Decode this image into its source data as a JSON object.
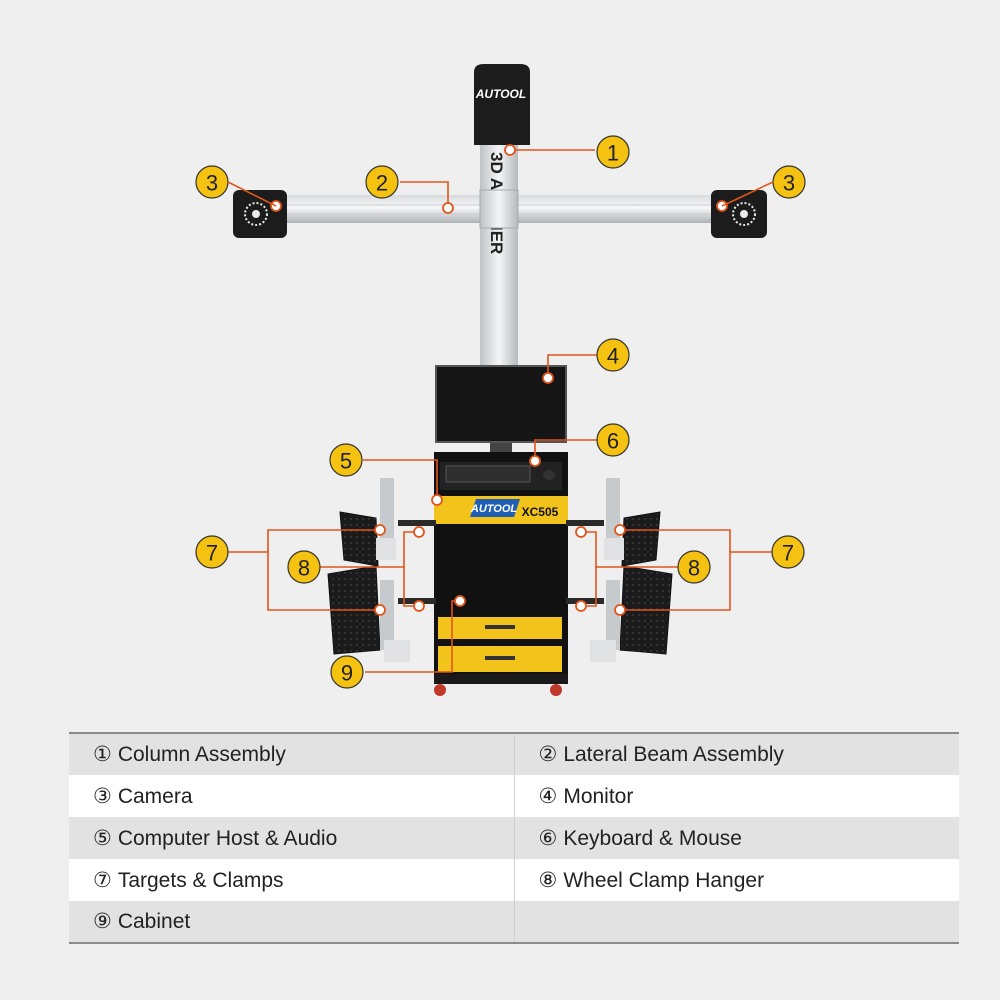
{
  "machine": {
    "brand": "AUTOOL",
    "column_text": "3D ALIGNER",
    "model": "XC505"
  },
  "callouts": {
    "c1": "1",
    "c2": "2",
    "c3": "3",
    "c4": "4",
    "c5": "5",
    "c6": "6",
    "c7": "7",
    "c8": "8",
    "c9": "9"
  },
  "legend": [
    [
      {
        "num": "①",
        "label": "Column Assembly"
      },
      {
        "num": "②",
        "label": "Lateral Beam Assembly"
      }
    ],
    [
      {
        "num": "③",
        "label": "Camera"
      },
      {
        "num": "④",
        "label": "Monitor"
      }
    ],
    [
      {
        "num": "⑤",
        "label": "Computer Host & Audio"
      },
      {
        "num": "⑥",
        "label": "Keyboard & Mouse"
      }
    ],
    [
      {
        "num": "⑦",
        "label": "Targets & Clamps"
      },
      {
        "num": "⑧",
        "label": "Wheel Clamp Hanger"
      }
    ],
    [
      {
        "num": "⑨",
        "label": "Cabinet"
      },
      {
        "num": "",
        "label": ""
      }
    ]
  ],
  "colors": {
    "background": "#efefef",
    "callout_fill": "#f5c211",
    "leader_line": "#e0561c",
    "cabinet_yellow": "#f2c31a",
    "brand_blue": "#1f5fb5"
  }
}
